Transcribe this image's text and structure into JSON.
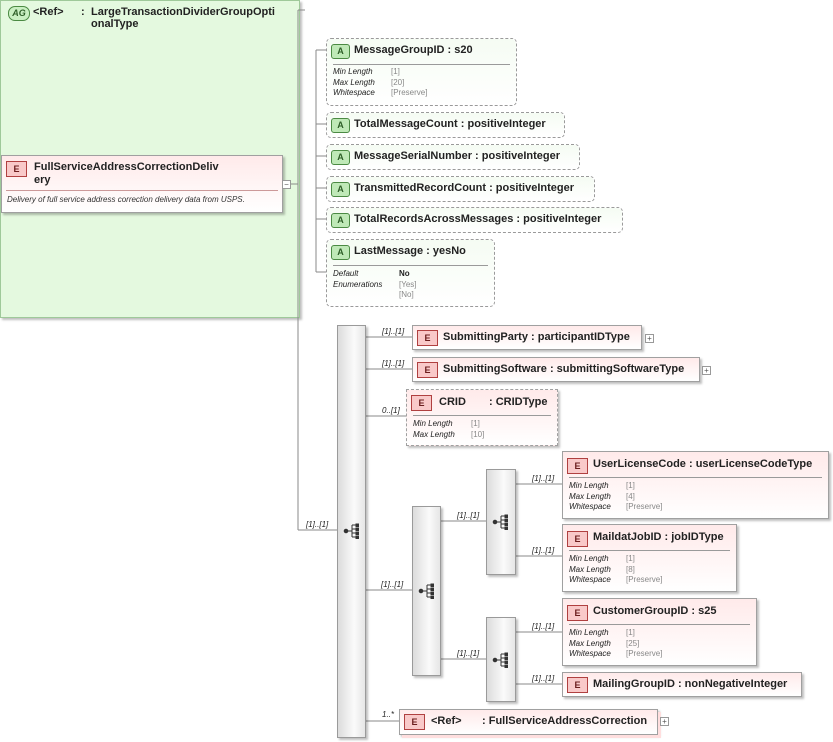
{
  "root": {
    "badge": "E",
    "name_line1": "FullServiceAddressCorrectionDeliv",
    "name_line2": "ery",
    "doc": "Delivery of full service address correction delivery data from USPS.",
    "collapse": "−"
  },
  "attribute_group": {
    "badge": "AG",
    "ref": "<Ref>",
    "colon": ":",
    "type_line1": "LargeTransactionDividerGroupOpti",
    "type_line2": "onalType",
    "attributes": [
      {
        "badge": "A",
        "name": "MessageGroupID : s20",
        "facets": [
          {
            "k": "Min Length",
            "v": "[1]"
          },
          {
            "k": "Max Length",
            "v": "[20]"
          },
          {
            "k": "Whitespace",
            "v": "[Preserve]"
          }
        ]
      },
      {
        "badge": "A",
        "name": "TotalMessageCount : positiveInteger"
      },
      {
        "badge": "A",
        "name": "MessageSerialNumber : positiveInteger"
      },
      {
        "badge": "A",
        "name": "TransmittedRecordCount : positiveInteger"
      },
      {
        "badge": "A",
        "name": "TotalRecordsAcrossMessages : positiveInteger"
      },
      {
        "badge": "A",
        "name": "LastMessage : yesNo",
        "facets": [
          {
            "k": "Default",
            "v": "No"
          },
          {
            "k": "Enumerations",
            "v": "[Yes]"
          },
          {
            "k": "",
            "v": "[No]"
          }
        ]
      }
    ]
  },
  "elements": {
    "submitting_party": {
      "badge": "E",
      "name": "SubmittingParty : participantIDType",
      "card": "[1]..[1]"
    },
    "submitting_software": {
      "badge": "E",
      "name": "SubmittingSoftware : submittingSoftwareType",
      "card": "[1]..[1]"
    },
    "crid": {
      "badge": "E",
      "name": "CRID",
      "type": ": CRIDType",
      "card": "0..[1]",
      "facets": [
        {
          "k": "Min Length",
          "v": "[1]"
        },
        {
          "k": "Max Length",
          "v": "[10]"
        }
      ]
    },
    "user_license_code": {
      "badge": "E",
      "name": "UserLicenseCode : userLicenseCodeType",
      "card": "[1]..[1]",
      "facets": [
        {
          "k": "Min Length",
          "v": "[1]"
        },
        {
          "k": "Max Length",
          "v": "[4]"
        },
        {
          "k": "Whitespace",
          "v": "[Preserve]"
        }
      ]
    },
    "maildat_job_id": {
      "badge": "E",
      "name": "MaildatJobID : jobIDType",
      "card": "[1]..[1]",
      "facets": [
        {
          "k": "Min Length",
          "v": "[1]"
        },
        {
          "k": "Max Length",
          "v": "[8]"
        },
        {
          "k": "Whitespace",
          "v": "[Preserve]"
        }
      ]
    },
    "customer_group_id": {
      "badge": "E",
      "name": "CustomerGroupID : s25",
      "card": "[1]..[1]",
      "facets": [
        {
          "k": "Min Length",
          "v": "[1]"
        },
        {
          "k": "Max Length",
          "v": "[25]"
        },
        {
          "k": "Whitespace",
          "v": "[Preserve]"
        }
      ]
    },
    "mailing_group_id": {
      "badge": "E",
      "name": "MailingGroupID : nonNegativeInteger",
      "card": "[1]..[1]"
    },
    "full_service_ref": {
      "badge": "E",
      "name": "<Ref>",
      "type": ": FullServiceAddressCorrection",
      "card": "1..*"
    }
  },
  "sequences": {
    "main_card": "[1]..[1]",
    "inner_card": "[1]..[1]",
    "sub1_card": "[1]..[1]",
    "sub2_card": "[1]..[1]"
  },
  "colors": {
    "element_fill": "#ffeaea",
    "attribute_group_fill": "#e4f9df",
    "element_badge": "#f9c9c9",
    "attribute_badge": "#bfe9b7"
  }
}
